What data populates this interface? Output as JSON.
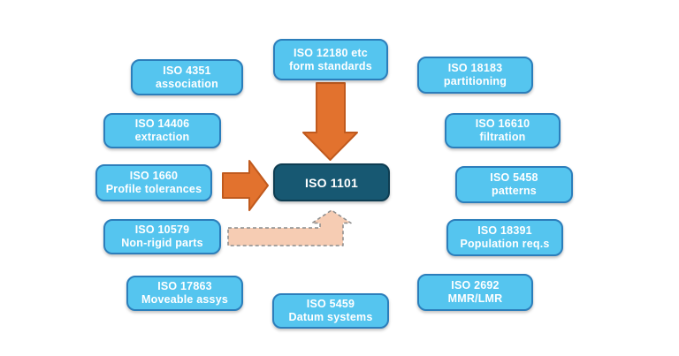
{
  "colors": {
    "background": "#ffffff",
    "node_fill": "#55c5ef",
    "node_border": "#2c7ebb",
    "node_text": "#ffffff",
    "center_fill": "#175872",
    "center_border": "#0e3d52",
    "arrow_fill": "#e2722e",
    "arrow_border": "#c05a1e",
    "dashed_arrow_fill": "#f6ccb3",
    "dashed_arrow_border": "#8c8c8c"
  },
  "center": {
    "id": "iso-1101",
    "label": "ISO 1101"
  },
  "satellites": [
    {
      "id": "iso-12180",
      "line1": "ISO 12180 etc",
      "line2": "form standards"
    },
    {
      "id": "iso-4351",
      "line1": "ISO 4351",
      "line2": "association"
    },
    {
      "id": "iso-18183",
      "line1": "ISO 18183",
      "line2": "partitioning"
    },
    {
      "id": "iso-14406",
      "line1": "ISO 14406",
      "line2": "extraction"
    },
    {
      "id": "iso-16610",
      "line1": "ISO 16610",
      "line2": "filtration"
    },
    {
      "id": "iso-1660",
      "line1": "ISO 1660",
      "line2": "Profile tolerances"
    },
    {
      "id": "iso-5458",
      "line1": "ISO 5458",
      "line2": "patterns"
    },
    {
      "id": "iso-10579",
      "line1": "ISO 10579",
      "line2": "Non-rigid parts"
    },
    {
      "id": "iso-18391",
      "line1": "ISO 18391",
      "line2": "Population req.s"
    },
    {
      "id": "iso-17863",
      "line1": "ISO 17863",
      "line2": "Moveable assys"
    },
    {
      "id": "iso-5459",
      "line1": "ISO 5459",
      "line2": "Datum systems"
    },
    {
      "id": "iso-2692",
      "line1": "ISO 2692",
      "line2": "MMR/LMR"
    }
  ],
  "arrows": [
    {
      "name": "down-arrow",
      "style": "solid",
      "from": "iso-12180",
      "to": "iso-1101"
    },
    {
      "name": "right-arrow",
      "style": "solid",
      "from": "iso-1660",
      "to": "iso-1101"
    },
    {
      "name": "bent-up-arrow",
      "style": "dashed",
      "from": "iso-10579",
      "to": "iso-1101"
    }
  ]
}
